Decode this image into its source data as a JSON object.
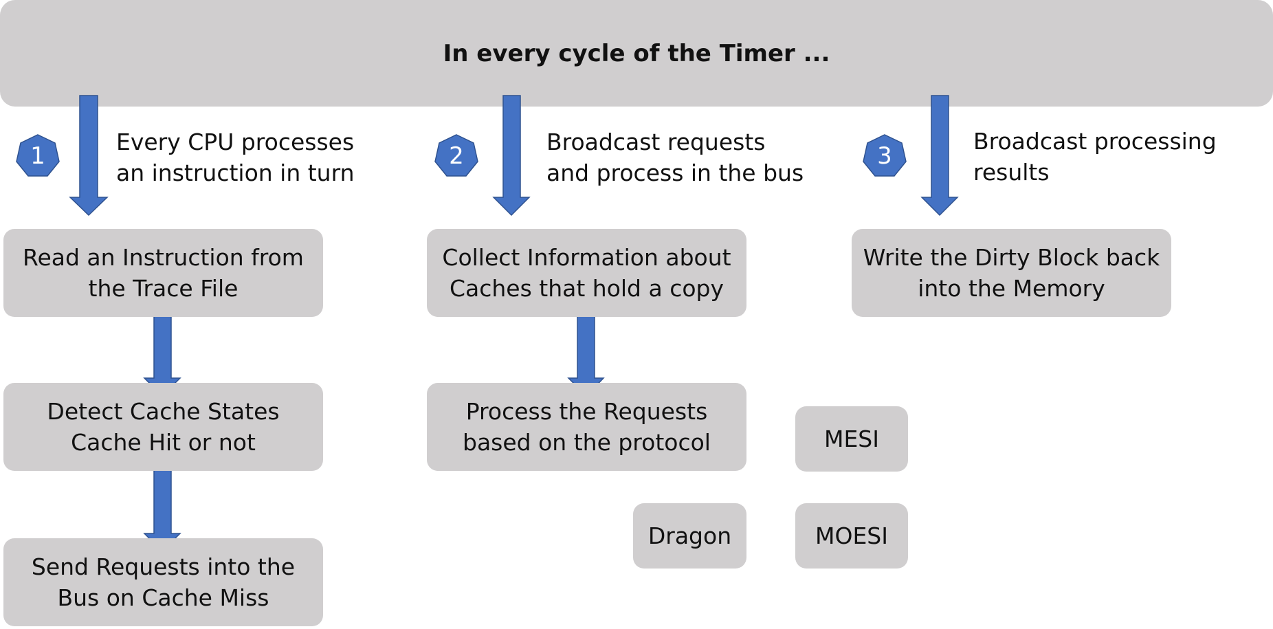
{
  "header": {
    "title": "In every cycle of the Timer ..."
  },
  "steps": [
    {
      "number": "1",
      "label_lines": [
        "Every CPU processes",
        "an instruction in turn"
      ]
    },
    {
      "number": "2",
      "label_lines": [
        "Broadcast requests",
        "and process in the bus"
      ]
    },
    {
      "number": "3",
      "label_lines": [
        "Broadcast processing",
        "results"
      ]
    }
  ],
  "column1": {
    "read_box": [
      "Read an Instruction from",
      "the Trace File"
    ],
    "detect_box": [
      "Detect Cache States",
      "Cache Hit or not"
    ],
    "send_box": [
      "Send Requests into the",
      "Bus on Cache Miss"
    ]
  },
  "column2": {
    "collect_box": [
      "Collect Information about",
      "Caches that hold a copy"
    ],
    "process_box": [
      "Process the Requests",
      "based on the protocol"
    ]
  },
  "column3": {
    "write_box": [
      "Write the Dirty Block back",
      "into the Memory"
    ]
  },
  "protocols": {
    "mesi": "MESI",
    "dragon": "Dragon",
    "moesi": "MOESI"
  },
  "colors": {
    "box_fill": "#d0cecf",
    "arrow_fill": "#4472c4",
    "arrow_stroke": "#2f528f",
    "badge_fill": "#4472c4",
    "text": "#111111"
  }
}
